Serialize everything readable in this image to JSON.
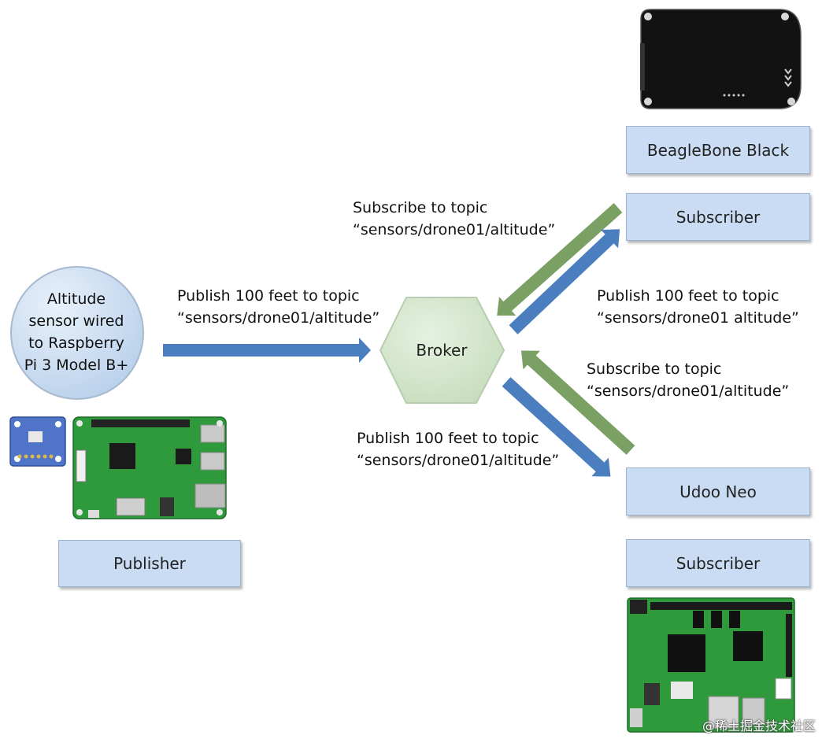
{
  "sensor_label": [
    "Altitude",
    "sensor wired",
    "to Raspberry",
    "Pi 3 Model B+"
  ],
  "publisher_label": "Publisher",
  "broker_label": "Broker",
  "publish_left": [
    "Publish 100 feet to topic",
    "“sensors/drone01/altitude”"
  ],
  "subscribe_top": [
    "Subscribe to topic",
    "“sensors/drone01/altitude”"
  ],
  "publish_right_top": [
    "Publish 100 feet to topic",
    "“sensors/drone01 altitude”"
  ],
  "subscribe_right_bottom": [
    "Subscribe to topic",
    "“sensors/drone01/altitude”"
  ],
  "publish_bottom": [
    "Publish 100 feet to topic",
    "“sensors/drone01/altitude”"
  ],
  "beaglebone_label": "BeagleBone Black",
  "beaglebone_role": "Subscriber",
  "udoo_label": "Udoo Neo",
  "udoo_role": "Subscriber",
  "watermark": "@稀土掘金技术社区",
  "colors": {
    "box_fill": "#c9dcf3",
    "blue_arrow": "#4a7ebf",
    "green_arrow": "#7aa064",
    "broker_fill": "#d6e8cf",
    "circle_fill": "#cfe0f3",
    "pcb_green": "#2f9a3b"
  }
}
